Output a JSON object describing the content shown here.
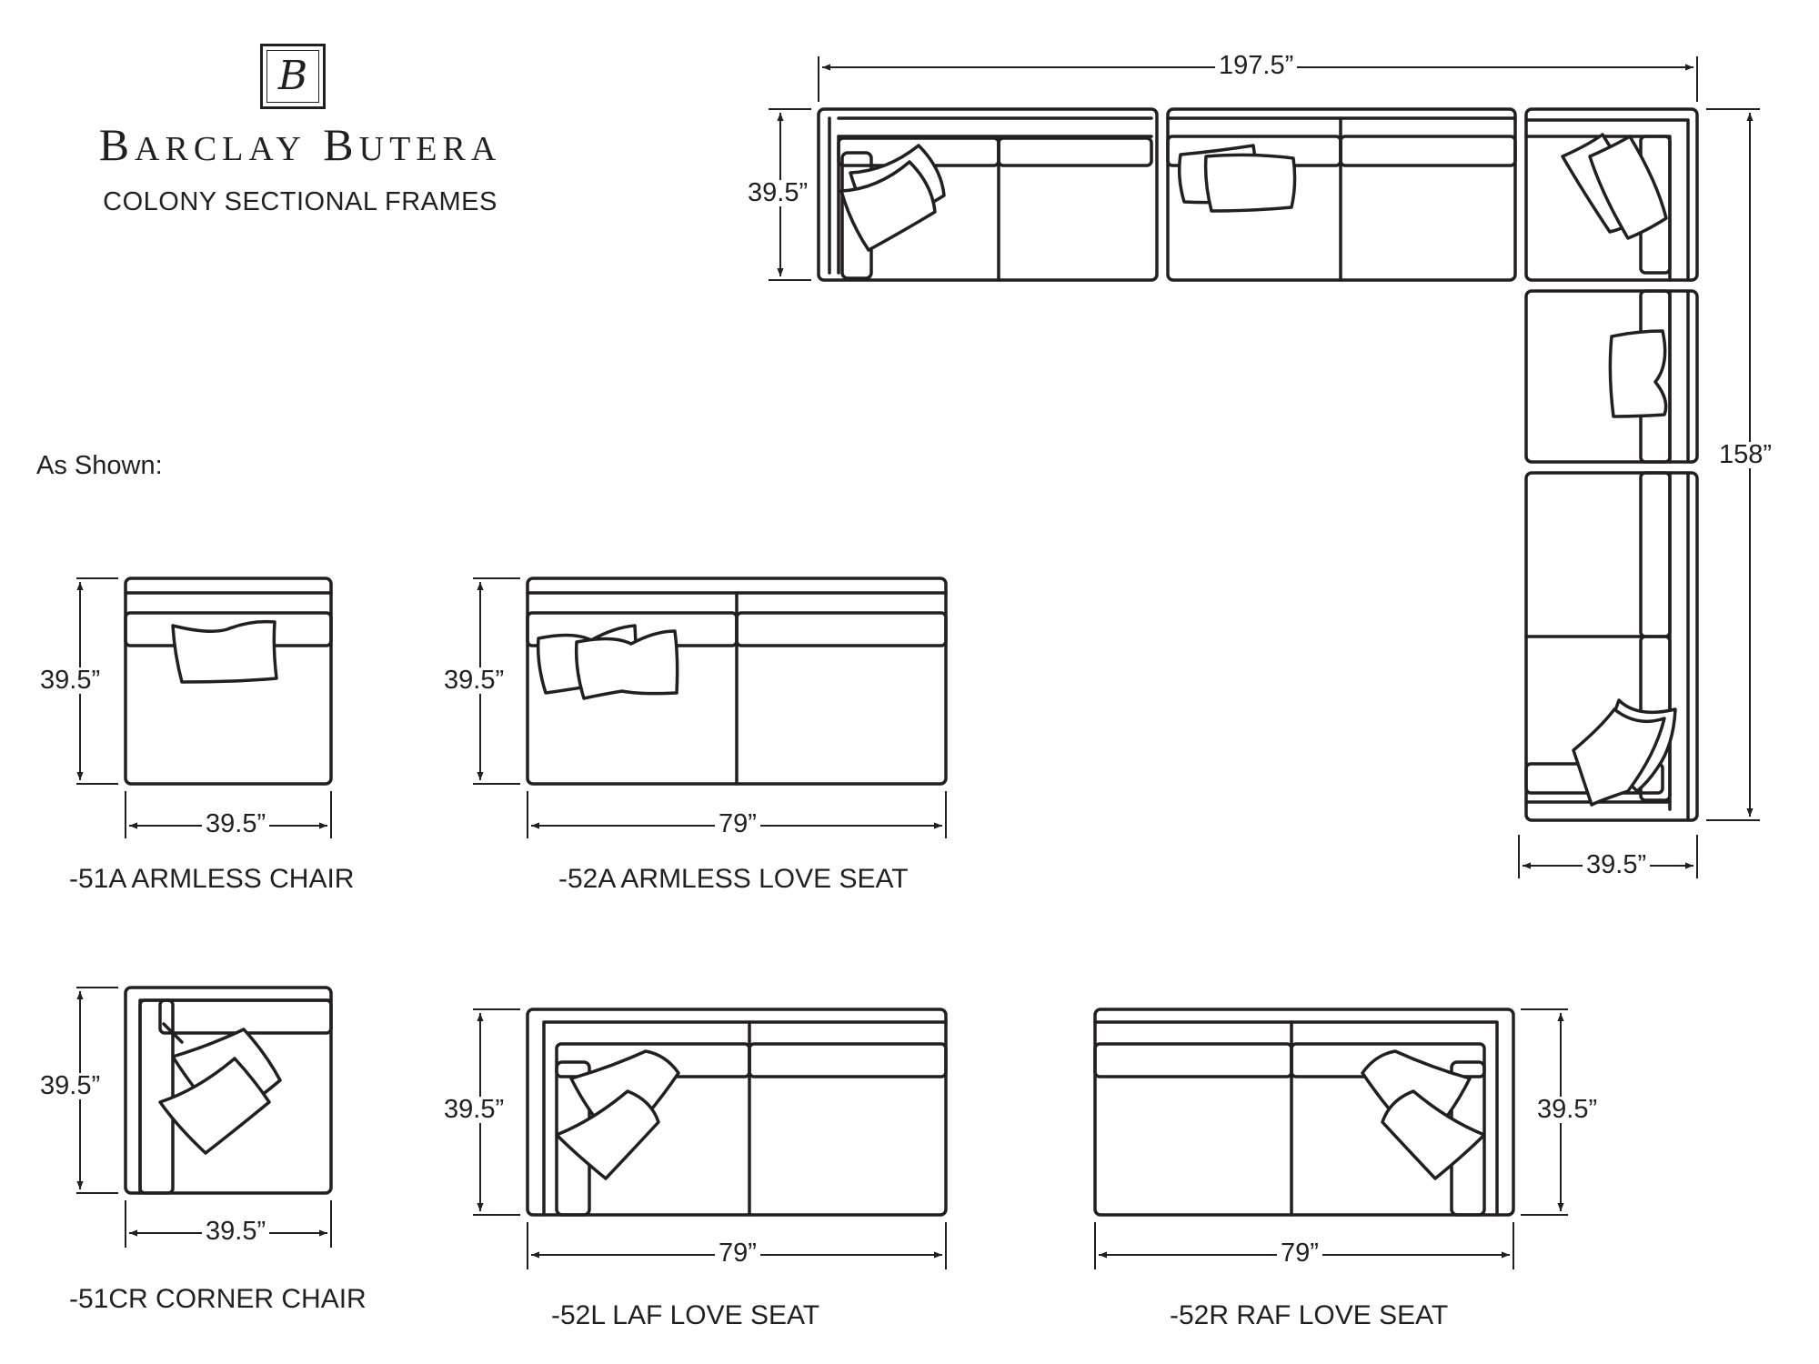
{
  "brand": {
    "monogram": "B",
    "name_first_initial": "B",
    "name_first_rest": "ARCLAY",
    "name_last_initial": "B",
    "name_last_rest": "UTERA",
    "subtitle": "COLONY SECTIONAL FRAMES"
  },
  "as_shown_label": "As Shown:",
  "sectional": {
    "width": "197.5”",
    "depth_top": "39.5”",
    "height": "158”",
    "depth_right": "39.5”"
  },
  "pieces": {
    "armless_chair": {
      "caption": "-51A  ARMLESS CHAIR",
      "depth": "39.5”",
      "width": "39.5”"
    },
    "armless_love_seat": {
      "caption": "-52A ARMLESS LOVE SEAT",
      "depth": "39.5”",
      "width": "79”"
    },
    "corner_chair": {
      "caption": "-51CR CORNER CHAIR",
      "depth": "39.5”",
      "width": "39.5”"
    },
    "laf_love_seat": {
      "caption": "-52L LAF LOVE SEAT",
      "depth": "39.5”",
      "width": "79”"
    },
    "raf_love_seat": {
      "caption": "-52R RAF LOVE SEAT",
      "depth": "39.5”",
      "width": "79”"
    }
  }
}
